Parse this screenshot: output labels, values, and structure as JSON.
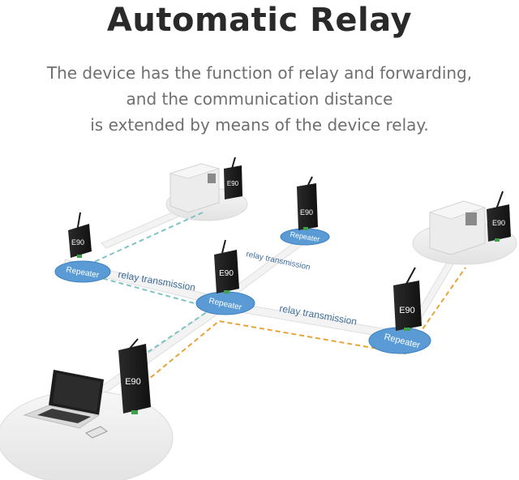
{
  "header": {
    "title": "Automatic Relay",
    "lines": [
      "The device has the function of relay and forwarding,",
      "and the communication distance",
      "is extended by means of the device relay."
    ]
  },
  "device": {
    "model": "E90"
  },
  "repeater_label": "Repeater",
  "link_label": "relay transmission",
  "colors": {
    "repeater": "#5b9bd5",
    "repeater_dark": "#3d7fbf",
    "device": "#1c1c1c",
    "path_cyan": "#7fc4c4",
    "path_orange": "#e8a33a",
    "platform": "#eeeeee",
    "link_text": "#3f6d9c"
  }
}
